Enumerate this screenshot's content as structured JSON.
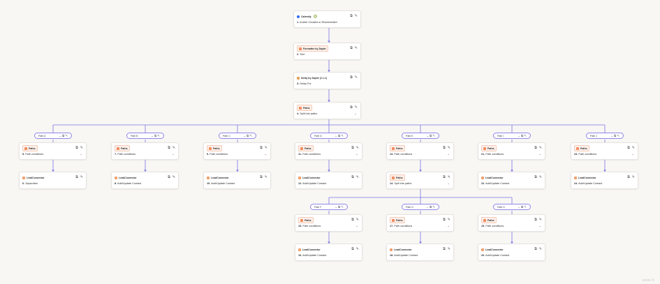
{
  "trigger": {
    "app": "Calendly",
    "step_num": "1.",
    "step_text": "Invitee Created or Rescheduled"
  },
  "step2": {
    "app": "Formatter by Zapier",
    "step_num": "2.",
    "step_text": "Text"
  },
  "step3": {
    "app": "Delay by Zapier (1.1.1)",
    "step_num": "3.",
    "step_text": "Delay For"
  },
  "step4": {
    "app": "Paths",
    "step_num": "4.",
    "step_text": "Split into paths"
  },
  "paths_top": [
    {
      "label": "Path A",
      "cond": {
        "app": "Paths",
        "num": "5.",
        "text": "Path conditions"
      },
      "action": {
        "app": "LeadConnector",
        "num": "6.",
        "text": "Zapscriber"
      }
    },
    {
      "label": "Path B",
      "cond": {
        "app": "Paths",
        "num": "7.",
        "text": "Path conditions"
      },
      "action": {
        "app": "LeadConnector",
        "num": "8.",
        "text": "Add/Update Contact"
      }
    },
    {
      "label": "Path C",
      "cond": {
        "app": "Paths",
        "num": "9.",
        "text": "Path conditions"
      },
      "action": {
        "app": "LeadConnector",
        "num": "10.",
        "text": "Add/Update Contact"
      }
    },
    {
      "label": "Path D",
      "cond": {
        "app": "Paths",
        "num": "11.",
        "text": "Path conditions"
      },
      "action": {
        "app": "LeadConnector",
        "num": "12.",
        "text": "Add/Update Contact"
      }
    },
    {
      "label": "Path E",
      "cond": {
        "app": "Paths",
        "num": "13.",
        "text": "Path conditions"
      },
      "action": {
        "app": "Paths",
        "num": "14.",
        "text": "Split into paths"
      }
    },
    {
      "label": "Path I",
      "cond": {
        "app": "Paths",
        "num": "21.",
        "text": "Path conditions"
      },
      "action": {
        "app": "LeadConnector",
        "num": "22.",
        "text": "Add/Update Contact"
      }
    },
    {
      "label": "Path J",
      "cond": {
        "app": "Paths",
        "num": "23.",
        "text": "Path conditions"
      },
      "action": {
        "app": "LeadConnector",
        "num": "24.",
        "text": "Add/Update Contact"
      }
    }
  ],
  "paths_sub": [
    {
      "label": "Path F",
      "cond": {
        "app": "Paths",
        "num": "15.",
        "text": "Path conditions"
      },
      "action": {
        "app": "LeadConnector",
        "num": "16.",
        "text": "Add/Update Contact"
      }
    },
    {
      "label": "Path G",
      "cond": {
        "app": "Paths",
        "num": "17.",
        "text": "Path conditions"
      },
      "action": {
        "app": "LeadConnector",
        "num": "18.",
        "text": "Add/Update Contact"
      }
    },
    {
      "label": "Path H",
      "cond": {
        "app": "Paths",
        "num": "19.",
        "text": "Path conditions"
      },
      "action": {
        "app": "LeadConnector",
        "num": "20.",
        "text": "Add/Update Contact"
      }
    }
  ],
  "icons": {
    "copy": "copy-icon",
    "edit": "pencil-icon",
    "chevron": "chevron-down-icon",
    "plus": "plus-icon"
  },
  "colors": {
    "connector": "#7b73e6",
    "pill_border": "#8f86ea",
    "tag_bg": "#fdf0ea",
    "calendly": "#2d6bf2"
  },
  "watermark": "www.6"
}
